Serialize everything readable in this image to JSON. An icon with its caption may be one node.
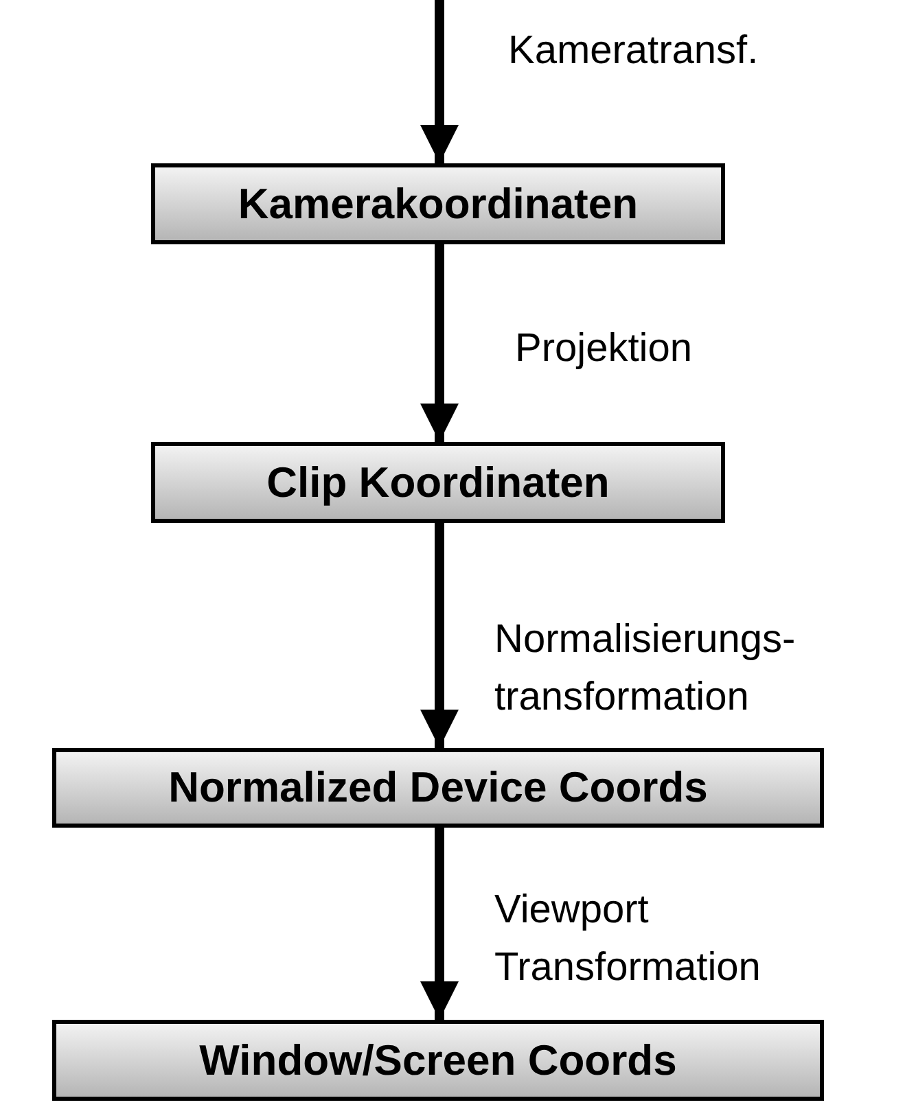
{
  "diagram": {
    "nodes": [
      {
        "text": [
          "Kamerakoordinaten"
        ]
      },
      {
        "text": [
          "Clip Koordinaten"
        ]
      },
      {
        "text": [
          "Normalized Device Coords"
        ]
      },
      {
        "text": [
          "Window/Screen Coords"
        ]
      }
    ],
    "edges": [
      {
        "from": null,
        "to": 0,
        "arrow": "to",
        "label": "Kameratransf."
      },
      {
        "from": 0,
        "to": 1,
        "arrow": "to",
        "label": "Projektion"
      },
      {
        "from": 1,
        "to": 2,
        "arrow": "to",
        "label": "Normalisierungs- transformation"
      },
      {
        "from": 2,
        "to": 3,
        "arrow": "to",
        "label": "Viewport Transformation"
      }
    ]
  }
}
